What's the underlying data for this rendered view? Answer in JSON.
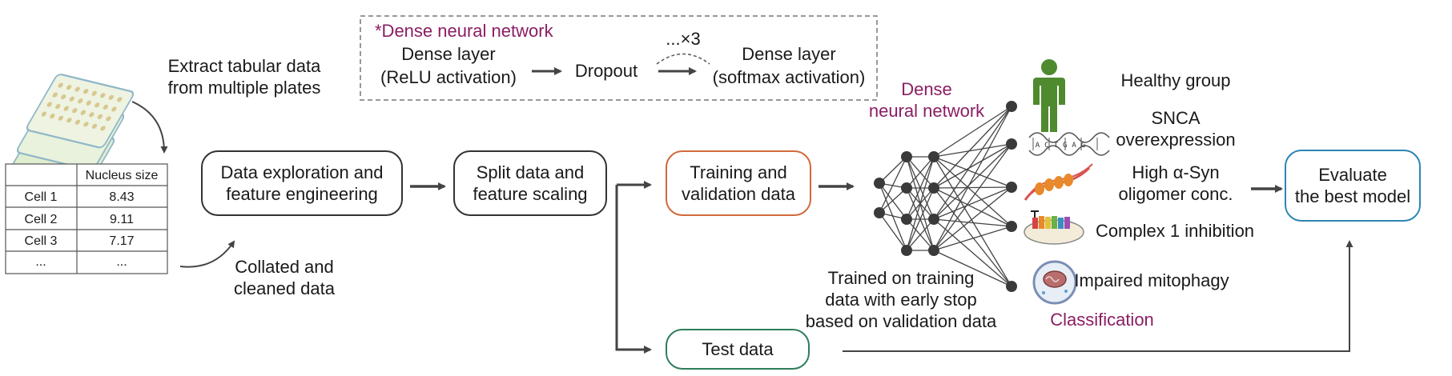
{
  "dnn_box": {
    "title": "*Dense neural network",
    "layer1_line1": "Dense layer",
    "layer1_line2": "(ReLU activation)",
    "dropout": "Dropout",
    "repeat": "...×3",
    "layer2_line1": "Dense layer",
    "layer2_line2": "(softmax activation)"
  },
  "extract": {
    "line1": "Extract tabular data",
    "line2": "from multiple plates"
  },
  "table": {
    "header": [
      "",
      "Nucleus size"
    ],
    "rows": [
      [
        "Cell 1",
        "8.43"
      ],
      [
        "Cell 2",
        "9.11"
      ],
      [
        "Cell 3",
        "7.17"
      ],
      [
        "...",
        "..."
      ]
    ]
  },
  "collated": {
    "line1": "Collated and",
    "line2": "cleaned data"
  },
  "steps": {
    "exploration": {
      "line1": "Data exploration and",
      "line2": "feature engineering"
    },
    "split": {
      "line1": "Split data and",
      "line2": "feature scaling"
    },
    "training": {
      "line1": "Training and",
      "line2": "validation data"
    },
    "test": "Test data",
    "evaluate": {
      "line1": "Evaluate",
      "line2": "the best model"
    }
  },
  "network_label": {
    "line1": "Dense",
    "line2": "neural network"
  },
  "trained_note": {
    "line1": "Trained on training",
    "line2": "data with early stop",
    "line3": "based on validation data"
  },
  "classes": {
    "healthy": "Healthy group",
    "snca_line1": "SNCA",
    "snca_line2": "overexpression",
    "asyn_line1": "High α-Syn",
    "asyn_line2": "oligomer conc.",
    "complex1": "Complex 1 inhibition",
    "mitophagy": "Impaired mitophagy",
    "dna_letters": "ACTGAG"
  },
  "classification": "Classification",
  "colors": {
    "purple": "#8a1e63",
    "training_border": "#d2693b",
    "test_border": "#2e7d5b",
    "evaluate_border": "#2b86b4",
    "person_green": "#4f8a2f",
    "arrow": "#444444"
  }
}
